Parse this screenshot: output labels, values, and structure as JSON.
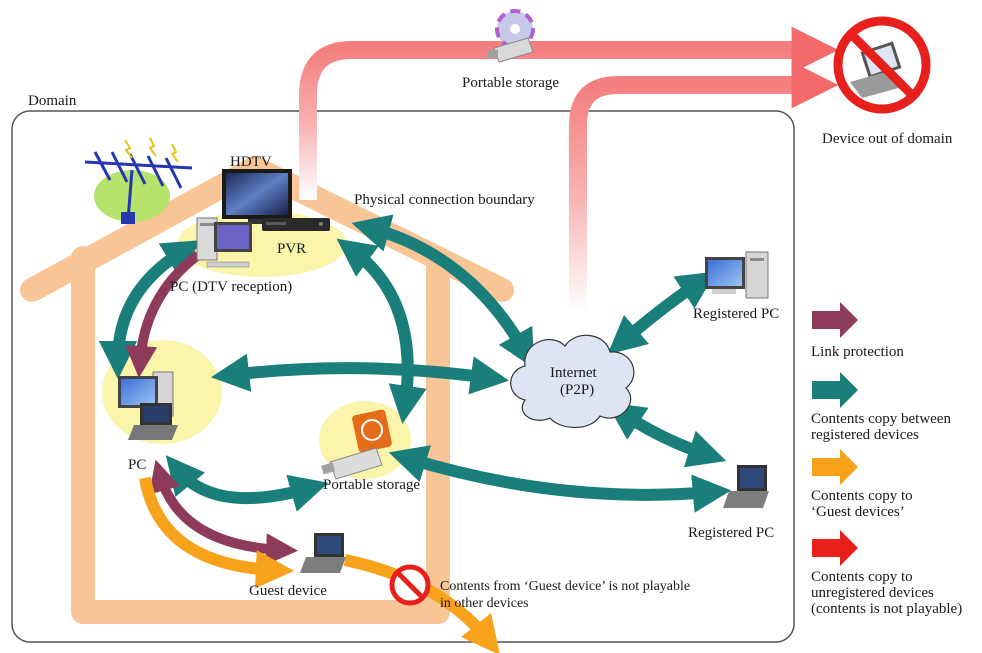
{
  "labels": {
    "domain": "Domain",
    "hdtv": "HDTV",
    "pvr": "PVR",
    "pc_dtv": "PC (DTV reception)",
    "physical_boundary": "Physical connection boundary",
    "pc": "PC",
    "portable_storage_inside": "Portable storage",
    "portable_storage_top": "Portable storage",
    "guest_device": "Guest device",
    "internet_line1": "Internet",
    "internet_line2": "(P2P)",
    "registered_pc_top": "Registered PC",
    "registered_pc_bottom": "Registered PC",
    "device_out_of_domain": "Device out of domain",
    "guest_note_line1": "Contents from ‘Guest device’ is not playable",
    "guest_note_line2": "in other devices"
  },
  "legend": [
    {
      "lines": [
        "Link protection"
      ],
      "color": "#8e3a5a",
      "icon": "arrow-right-icon"
    },
    {
      "lines": [
        "Contents copy between",
        "registered devices"
      ],
      "color": "#1a7f7a",
      "icon": "arrow-right-icon"
    },
    {
      "lines": [
        "Contents copy to",
        "‘Guest devices’"
      ],
      "color": "#f7a21b",
      "icon": "arrow-right-icon"
    },
    {
      "lines": [
        "Contents copy to",
        "unregistered devices",
        "(contents is not playable)"
      ],
      "color": "#e8201c",
      "icon": "arrow-right-icon"
    }
  ],
  "colors": {
    "house": "#f8c597",
    "highlight": "#fbf5ab",
    "teal": "#1a7f7a",
    "purple": "#8e3a5a",
    "orange": "#f7a21b",
    "red": "#e8201c",
    "pink": "#f6a3a3",
    "domain_border": "#555555",
    "cloud": "#dde4f3"
  }
}
